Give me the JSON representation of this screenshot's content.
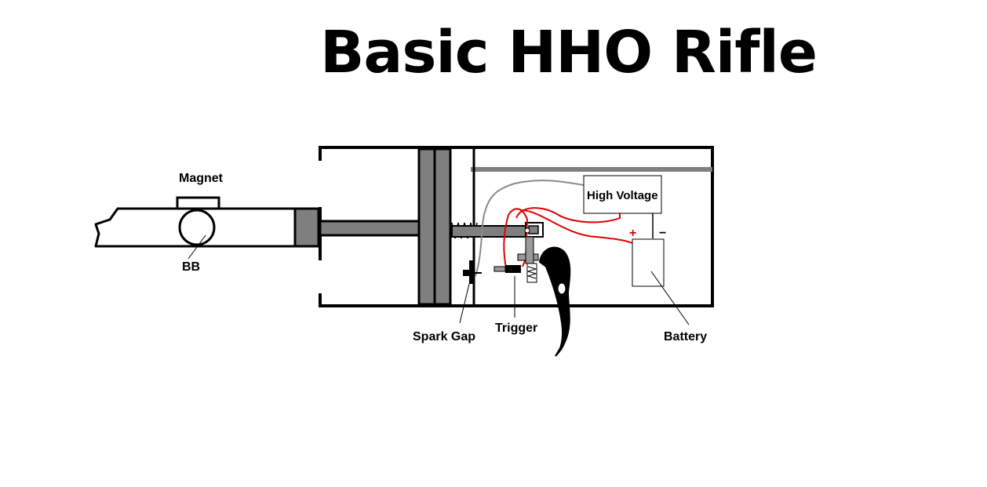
{
  "title": "Basic HHO Rifle",
  "labels": {
    "magnet": "Magnet",
    "bb": "BB",
    "high_voltage": "High Voltage",
    "spark_gap": "Spark Gap",
    "trigger": "Trigger",
    "battery": "Battery",
    "battery_plus": "+",
    "battery_minus": "−"
  },
  "colors": {
    "outline": "#000000",
    "metal": "#7f7f7f",
    "hot_wire": "#e00000",
    "ground_wire": "#8a8a8a"
  }
}
